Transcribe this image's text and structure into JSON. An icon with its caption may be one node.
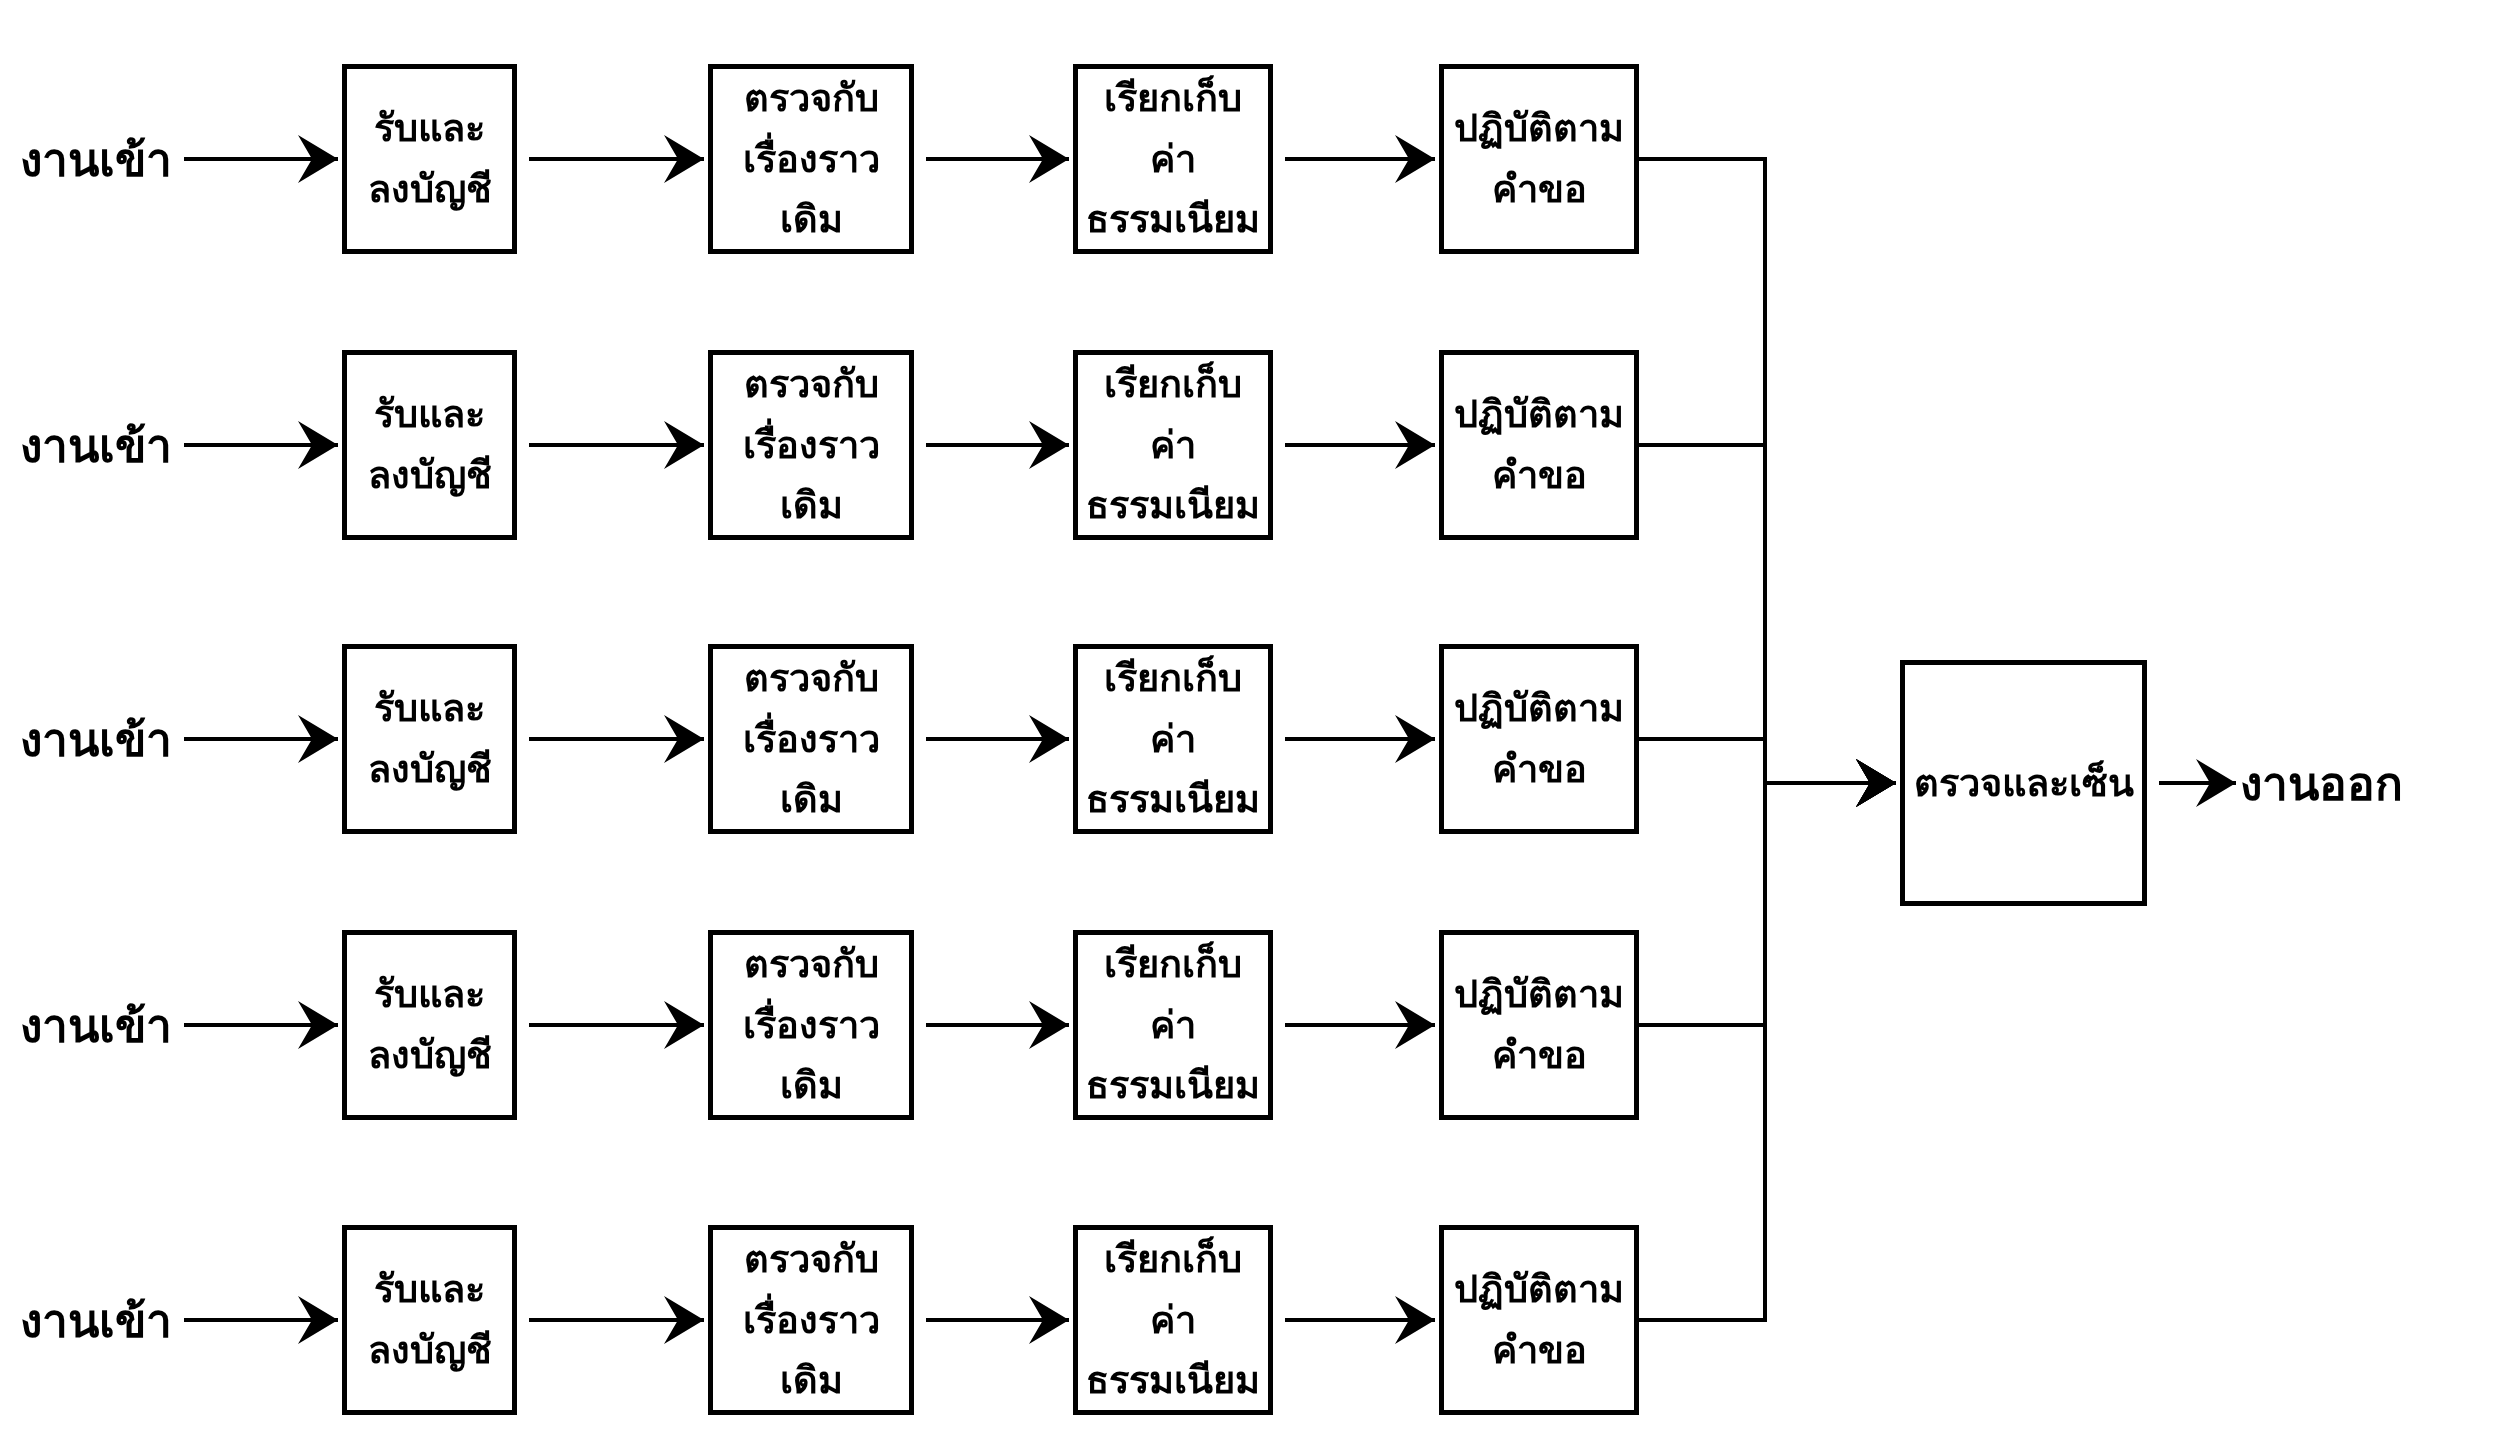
{
  "diagram": {
    "nodes": [
      {
        "text": [
          "งานเข้า"
        ]
      },
      {
        "text": [
          "รับและลงบัญชี"
        ]
      },
      {
        "text": [
          "ตรวจกับเรื่องราวเดิม"
        ]
      },
      {
        "text": [
          "เรียกเก็บค่าธรรมเนียม"
        ]
      },
      {
        "text": [
          "ปฏิบัติตามคำขอ"
        ]
      },
      {
        "text": [
          "งานเข้า"
        ]
      },
      {
        "text": [
          "รับและลงบัญชี"
        ]
      },
      {
        "text": [
          "ตรวจกับเรื่องราวเดิม"
        ]
      },
      {
        "text": [
          "เรียกเก็บค่าธรรมเนียม"
        ]
      },
      {
        "text": [
          "ปฏิบัติตามคำขอ"
        ]
      },
      {
        "text": [
          "งานเข้า"
        ]
      },
      {
        "text": [
          "รับและลงบัญชี"
        ]
      },
      {
        "text": [
          "ตรวจกับเรื่องราวเดิม"
        ]
      },
      {
        "text": [
          "เรียกเก็บค่าธรรมเนียม"
        ]
      },
      {
        "text": [
          "ปฏิบัติตามคำขอ"
        ]
      },
      {
        "text": [
          "งานเข้า"
        ]
      },
      {
        "text": [
          "รับและลงบัญชี"
        ]
      },
      {
        "text": [
          "ตรวจกับเรื่องราวเดิม"
        ]
      },
      {
        "text": [
          "เรียกเก็บค่าธรรมเนียม"
        ]
      },
      {
        "text": [
          "ปฏิบัติตามคำขอ"
        ]
      },
      {
        "text": [
          "งานเข้า"
        ]
      },
      {
        "text": [
          "รับและลงบัญชี"
        ]
      },
      {
        "text": [
          "ตรวจกับเรื่องราวเดิม"
        ]
      },
      {
        "text": [
          "เรียกเก็บค่าธรรมเนียม"
        ]
      },
      {
        "text": [
          "ปฏิบัติตามคำขอ"
        ]
      },
      {
        "text": [
          "ตรวจและเซ็น"
        ]
      },
      {
        "text": [
          "งานออก"
        ]
      }
    ],
    "edges": [
      {
        "from": 0,
        "to": 1,
        "arrow": "to"
      },
      {
        "from": 1,
        "to": 2,
        "arrow": "to"
      },
      {
        "from": 2,
        "to": 3,
        "arrow": "to"
      },
      {
        "from": 3,
        "to": 4,
        "arrow": "to"
      },
      {
        "from": 5,
        "to": 6,
        "arrow": "to"
      },
      {
        "from": 6,
        "to": 7,
        "arrow": "to"
      },
      {
        "from": 7,
        "to": 8,
        "arrow": "to"
      },
      {
        "from": 8,
        "to": 9,
        "arrow": "to"
      },
      {
        "from": 10,
        "to": 11,
        "arrow": "to"
      },
      {
        "from": 11,
        "to": 12,
        "arrow": "to"
      },
      {
        "from": 12,
        "to": 13,
        "arrow": "to"
      },
      {
        "from": 13,
        "to": 14,
        "arrow": "to"
      },
      {
        "from": 15,
        "to": 16,
        "arrow": "to"
      },
      {
        "from": 16,
        "to": 17,
        "arrow": "to"
      },
      {
        "from": 17,
        "to": 18,
        "arrow": "to"
      },
      {
        "from": 18,
        "to": 19,
        "arrow": "to"
      },
      {
        "from": 20,
        "to": 21,
        "arrow": "to"
      },
      {
        "from": 21,
        "to": 22,
        "arrow": "to"
      },
      {
        "from": 22,
        "to": 23,
        "arrow": "to"
      },
      {
        "from": 23,
        "to": 24,
        "arrow": "to"
      },
      {
        "from": 4,
        "to": 25,
        "arrow": "to"
      },
      {
        "from": 9,
        "to": 25,
        "arrow": "to"
      },
      {
        "from": 14,
        "to": 25,
        "arrow": "to"
      },
      {
        "from": 19,
        "to": 25,
        "arrow": "to"
      },
      {
        "from": 24,
        "to": 25,
        "arrow": "to"
      },
      {
        "from": 25,
        "to": 26,
        "arrow": "to"
      }
    ]
  }
}
